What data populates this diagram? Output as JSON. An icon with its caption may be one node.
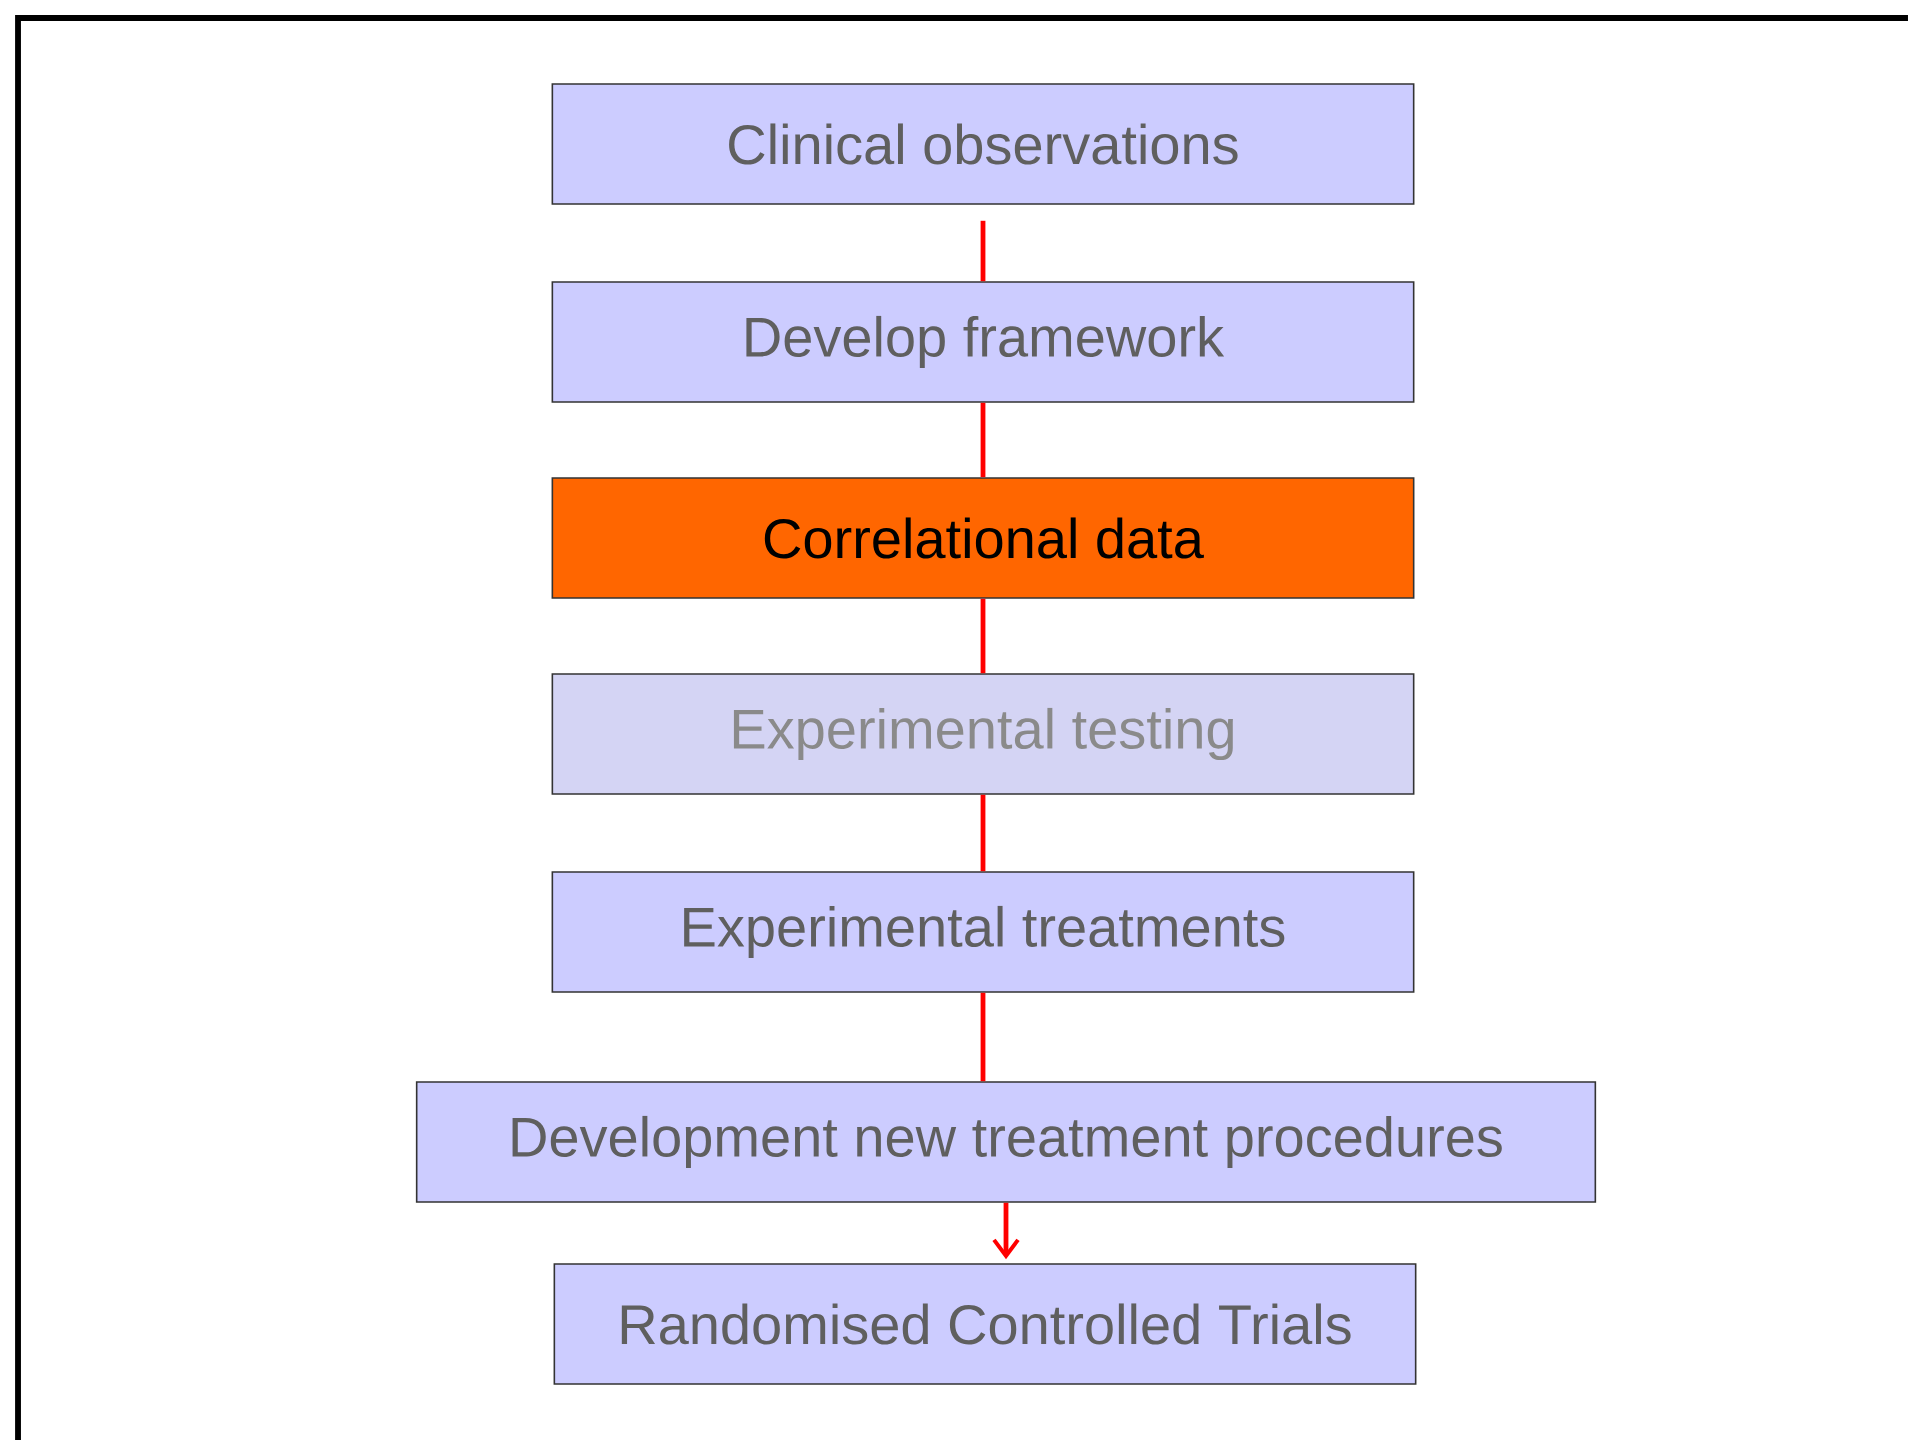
{
  "diagram": {
    "nodes": [
      {
        "text": [
          "Clinical observations"
        ]
      },
      {
        "text": [
          "Develop framework"
        ]
      },
      {
        "text": [
          "Correlational data"
        ]
      },
      {
        "text": [
          "Experimental testing"
        ]
      },
      {
        "text": [
          "Experimental treatments"
        ]
      },
      {
        "text": [
          "Development new treatment procedures"
        ]
      },
      {
        "text": [
          "Randomised Controlled Trials"
        ]
      }
    ],
    "edges": [
      {
        "from": 0,
        "to": 1,
        "arrow": "none"
      },
      {
        "from": 1,
        "to": 2,
        "arrow": "none"
      },
      {
        "from": 2,
        "to": 3,
        "arrow": "none"
      },
      {
        "from": 3,
        "to": 4,
        "arrow": "none"
      },
      {
        "from": 4,
        "to": 5,
        "arrow": "none"
      },
      {
        "from": 5,
        "to": 6,
        "arrow": "to"
      }
    ]
  }
}
